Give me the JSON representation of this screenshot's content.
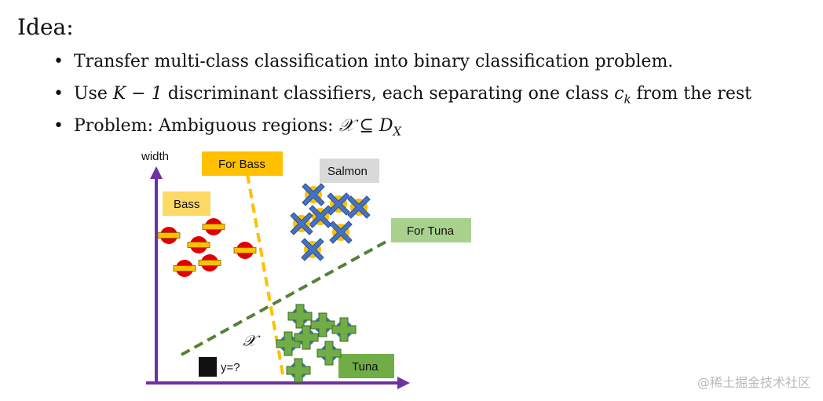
{
  "heading": "Idea:",
  "bullets": [
    {
      "text": "Transfer multi-class classification into binary classification problem."
    },
    {
      "pre": "Use ",
      "math1": "K − 1",
      "mid": " discriminant classifiers, each separating one class ",
      "c": "c",
      "k": "k",
      "post": " from the rest"
    },
    {
      "pre": "Problem: Ambiguous regions: ",
      "math": "𝒳 ⊆ D",
      "sub": "X"
    }
  ],
  "diagram": {
    "y_axis_label": "width",
    "labels": {
      "for_bass": "For Bass",
      "salmon": "Salmon",
      "bass": "Bass",
      "for_tuna": "For Tuna",
      "tuna": "Tuna",
      "ambiguous": "𝒳",
      "query": "y=?"
    },
    "colors": {
      "axis": "#7030a0",
      "for_bass_box": "#ffc000",
      "bass_box": "#ffd966",
      "salmon_box": "#d9d9d9",
      "for_tuna_box": "#a9d18e",
      "tuna_box": "#70ad47",
      "bass_line": "#ffc000",
      "tuna_line": "#548235",
      "bass_marker": "#e00000",
      "salmon_marker": "#4472c4",
      "tuna_marker": "#70ad47"
    }
  },
  "watermark": "@稀土掘金技术社区"
}
